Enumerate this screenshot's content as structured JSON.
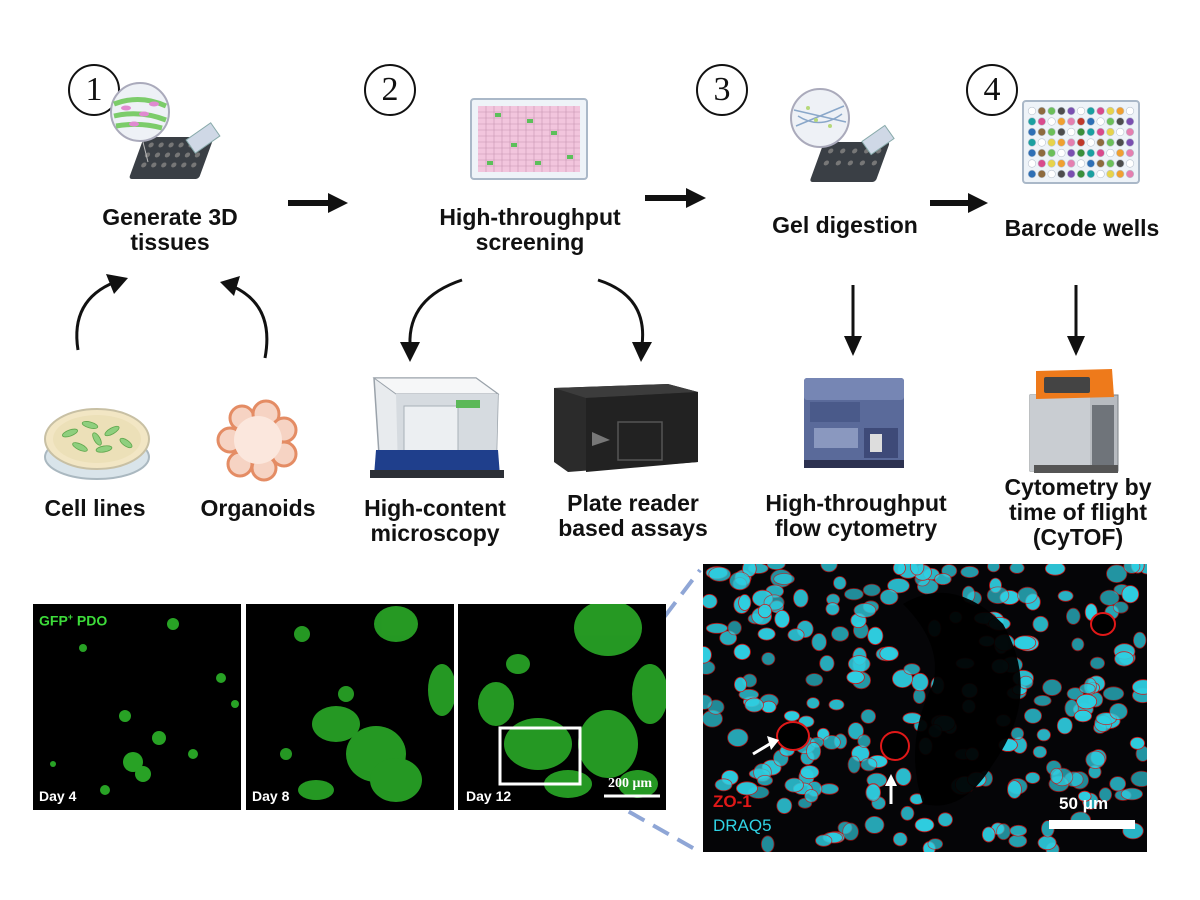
{
  "steps": [
    {
      "number": "1",
      "label_line1": "Generate 3D",
      "label_line2": "tissues"
    },
    {
      "number": "2",
      "label_line1": "High-throughput",
      "label_line2": "screening"
    },
    {
      "number": "3",
      "label_line1": "Gel digestion"
    },
    {
      "number": "4",
      "label_line1": "Barcode wells"
    }
  ],
  "sources": [
    {
      "label": "Cell lines",
      "icon": "petri-dish-icon"
    },
    {
      "label": "Organoids",
      "icon": "organoid-icon"
    }
  ],
  "readouts": [
    {
      "label_line1": "High-content",
      "label_line2": "microscopy",
      "icon": "microscope-icon"
    },
    {
      "label_line1": "Plate reader",
      "label_line2": "based assays",
      "icon": "plate-reader-icon"
    },
    {
      "label_line1": "High-throughput",
      "label_line2": "flow cytometry",
      "icon": "flow-cytometer-icon"
    },
    {
      "label_line1": "Cytometry by",
      "label_line2": "time of flight",
      "label_line3": "(CyTOF)",
      "icon": "cytof-icon"
    }
  ],
  "micrographs": {
    "legend": {
      "prefix": "GFP",
      "superscript": "+",
      "suffix": " PDO"
    },
    "panels": [
      {
        "day": "Day 4"
      },
      {
        "day": "Day 8"
      },
      {
        "day": "Day 12",
        "scale": "200 μm"
      }
    ],
    "zoom": {
      "stain1": "ZO-1",
      "stain2": "DRAQ5",
      "scale": "50 μm"
    }
  },
  "colors": {
    "gfp": "#3ddc3a",
    "nuclei": "#30d4e6",
    "membrane": "#e01818",
    "zoom_line": "#8fa6d6"
  }
}
